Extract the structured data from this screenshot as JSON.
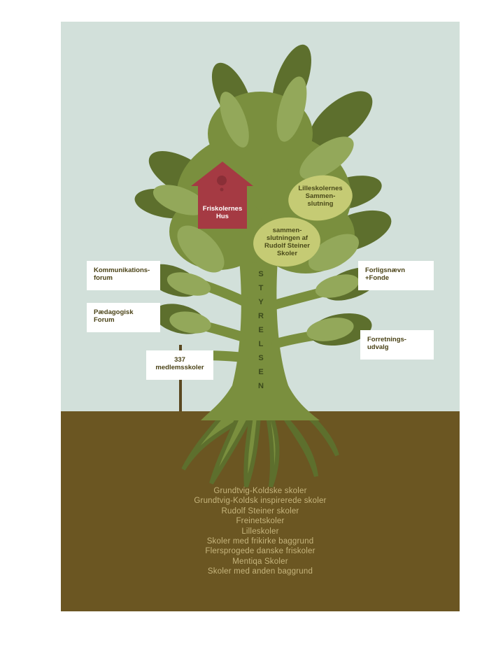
{
  "colors": {
    "sky": "#d2e0da",
    "soil": "#6b5622",
    "tree_dark": "#5d6f2d",
    "tree_mid": "#7a8f3e",
    "tree_light": "#93a85a",
    "leaf_pale": "#c5cb74",
    "house": "#a53a43",
    "list_text": "#c6b57d",
    "sign_text": "#4a4216"
  },
  "house": {
    "label": "Friskolernes\nHus"
  },
  "leaf_labels": {
    "lilleskolernes": "Lilleskolernes\nSammen-\nslutning",
    "steiner": "sammen-\nslutningen af\nRudolf Steiner\nSkoler"
  },
  "trunk_label": [
    "S",
    "T",
    "Y",
    "R",
    "E",
    "L",
    "S",
    "E",
    "N"
  ],
  "signs": {
    "kommunikation": "Kommunikations-\nforum",
    "paedagogisk": "Pædagogisk\nForum",
    "medlemsskoler": "337\nmedlemsskoler",
    "forligsnaevn": "Forligsnævn\n+Fonde",
    "forretningsudvalg": "Forretnings-\nudvalg"
  },
  "school_types": [
    "Grundtvig-Koldske skoler",
    "Grundtvig-Koldsk inspirerede skoler",
    "Rudolf Steiner skoler",
    "Freinetskoler",
    "Lilleskoler",
    "Skoler med frikirke baggrund",
    "Flersprogede danske friskoler",
    "Mentiqa Skoler",
    "Skoler med anden baggrund"
  ]
}
